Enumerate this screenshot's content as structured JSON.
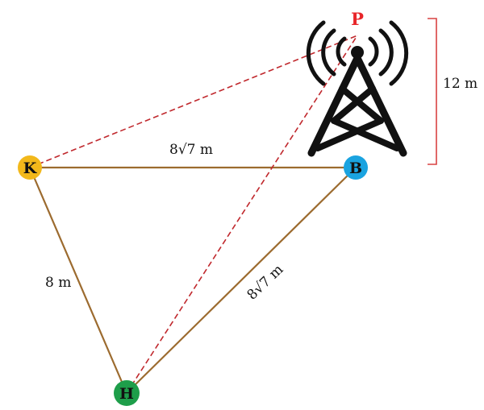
{
  "points": {
    "P": "P",
    "K": "K",
    "B": "B",
    "H": "H"
  },
  "lengths": {
    "KB": "8√7 m",
    "KH": "8 m",
    "HB": "8√7 m",
    "PB": "12 m"
  },
  "colors": {
    "triangle": "#9c6b2f",
    "dashed": "#c0282d",
    "bracket": "#d94242",
    "tower": "#111111",
    "P_label": "#e8262a",
    "K_fill": "#f2b81b",
    "B_fill": "#1aa3e0",
    "H_fill": "#1e9e4a",
    "label_text": "#111111"
  }
}
